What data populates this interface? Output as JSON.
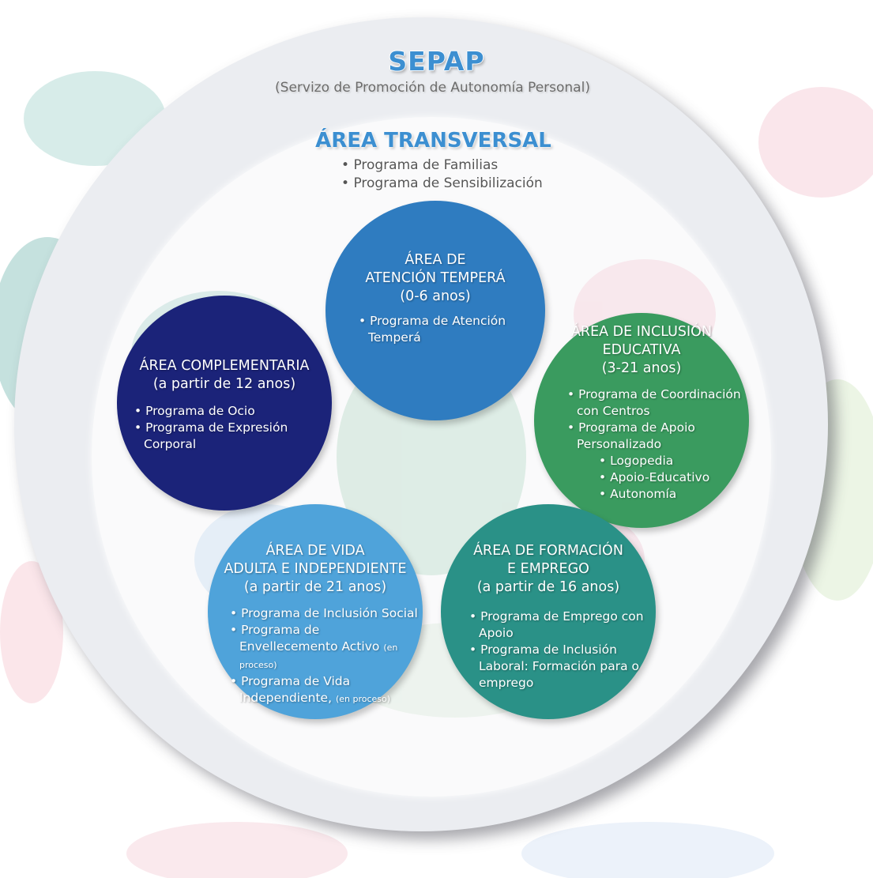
{
  "header": {
    "title": "SEPAP",
    "subtitle": "(Servizo de Promoción de Autonomía Personal)"
  },
  "transversal": {
    "title": "ÁREA TRANSVERSAL",
    "items": [
      "Programa de Familias",
      "Programa de Sensibilización"
    ]
  },
  "areas": {
    "temperan": {
      "title_line1": "ÁREA DE",
      "title_line2": "ATENCIÓN TEMPERÁ",
      "age": "(0-6 anos)",
      "items": [
        "Programa de Atención Temperá"
      ],
      "color": "#2f7cc0"
    },
    "complementaria": {
      "title_line1": "ÁREA COMPLEMENTARIA",
      "age": "(a partir de 12 anos)",
      "items": [
        "Programa de Ocio",
        "Programa de Expresión Corporal"
      ],
      "color": "#1b2379"
    },
    "inclusion": {
      "title_line1": "ÁREA DE INCLUSIÓN",
      "title_line2": "EDUCATIVA",
      "age": "(3-21 anos)",
      "items": [
        "Programa de Coordinación con Centros",
        "Programa de Apoio Personalizado"
      ],
      "subitems": [
        "Logopedia",
        "Apoio-Educativo",
        "Autonomía"
      ],
      "color": "#3a9b5f"
    },
    "vida": {
      "title_line1": "ÁREA DE VIDA",
      "title_line2": "ADULTA E INDEPENDIENTE",
      "age": "(a partir de 21 anos)",
      "items": [
        "Programa de Inclusión Social",
        "Programa de Envellecemento Activo",
        "Programa de Vida Independiente,"
      ],
      "note": "(en proceso)",
      "color": "#4fa3da"
    },
    "formacion": {
      "title_line1": "ÁREA DE FORMACIÓN",
      "title_line2": "E EMPREGO",
      "age": "(a partir de 16 anos)",
      "items": [
        "Programa de Emprego con Apoio",
        "Programa de Inclusión Laboral: Formación para o emprego"
      ],
      "color": "#2a9187"
    }
  }
}
